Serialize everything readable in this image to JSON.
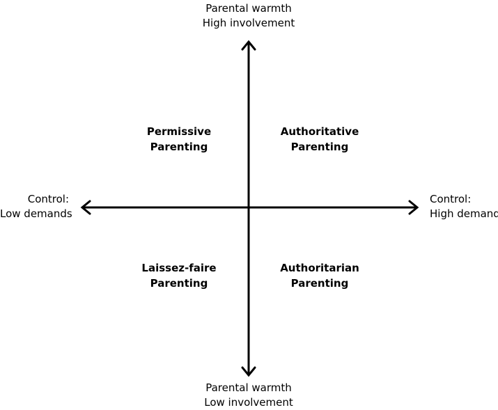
{
  "axis_labels": {
    "top": {
      "line1": "Parental warmth",
      "line2": "High involvement"
    },
    "bottom": {
      "line1": "Parental warmth",
      "line2": "Low involvement"
    },
    "left": {
      "line1": "Control:",
      "line2": "Low demands"
    },
    "right": {
      "line1": "Control:",
      "line2": "High demands"
    }
  },
  "quadrants": {
    "top_left": {
      "line1": "Permissive",
      "line2": "Parenting"
    },
    "top_right": {
      "line1": "Authoritative",
      "line2": "Parenting"
    },
    "bottom_left": {
      "line1": "Laissez-faire",
      "line2": "Parenting"
    },
    "bottom_right": {
      "line1": "Authoritarian",
      "line2": "Parenting"
    }
  }
}
